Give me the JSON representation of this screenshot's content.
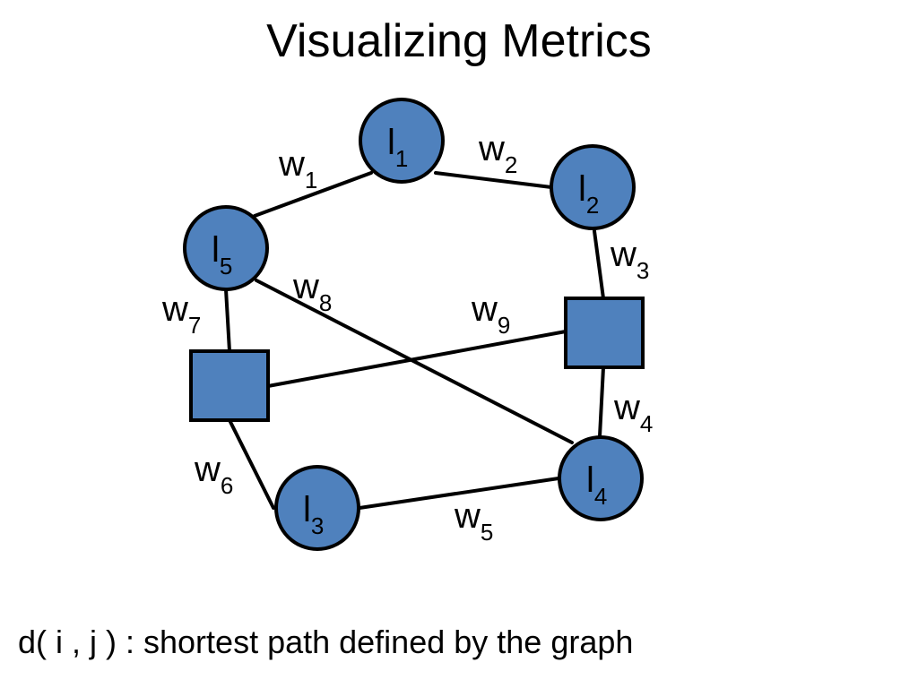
{
  "title": "Visualizing Metrics",
  "caption": "d( i , j ) : shortest path defined by the graph",
  "colors": {
    "node_fill": "#4f81bd",
    "node_stroke": "#000000",
    "edge": "#000000",
    "background": "#ffffff"
  },
  "diagram": {
    "nodes": [
      {
        "id": "l1",
        "shape": "circle",
        "base": "l",
        "sub": "1"
      },
      {
        "id": "l2",
        "shape": "circle",
        "base": "l",
        "sub": "2"
      },
      {
        "id": "l3",
        "shape": "circle",
        "base": "l",
        "sub": "3"
      },
      {
        "id": "l4",
        "shape": "circle",
        "base": "l",
        "sub": "4"
      },
      {
        "id": "l5",
        "shape": "circle",
        "base": "l",
        "sub": "5"
      },
      {
        "id": "sq-left",
        "shape": "square",
        "base": "",
        "sub": ""
      },
      {
        "id": "sq-right",
        "shape": "square",
        "base": "",
        "sub": ""
      }
    ],
    "edges": [
      {
        "from": "l5",
        "to": "l1",
        "weight": {
          "base": "w",
          "sub": "1"
        }
      },
      {
        "from": "l1",
        "to": "l2",
        "weight": {
          "base": "w",
          "sub": "2"
        }
      },
      {
        "from": "l2",
        "to": "sq-right",
        "weight": {
          "base": "w",
          "sub": "3"
        }
      },
      {
        "from": "sq-right",
        "to": "l4",
        "weight": {
          "base": "w",
          "sub": "4"
        }
      },
      {
        "from": "l3",
        "to": "l4",
        "weight": {
          "base": "w",
          "sub": "5"
        }
      },
      {
        "from": "sq-left",
        "to": "l3",
        "weight": {
          "base": "w",
          "sub": "6"
        }
      },
      {
        "from": "l5",
        "to": "sq-left",
        "weight": {
          "base": "w",
          "sub": "7"
        }
      },
      {
        "from": "l5",
        "to": "l4",
        "weight": {
          "base": "w",
          "sub": "8"
        }
      },
      {
        "from": "sq-left",
        "to": "sq-right",
        "weight": {
          "base": "w",
          "sub": "9"
        }
      }
    ]
  }
}
